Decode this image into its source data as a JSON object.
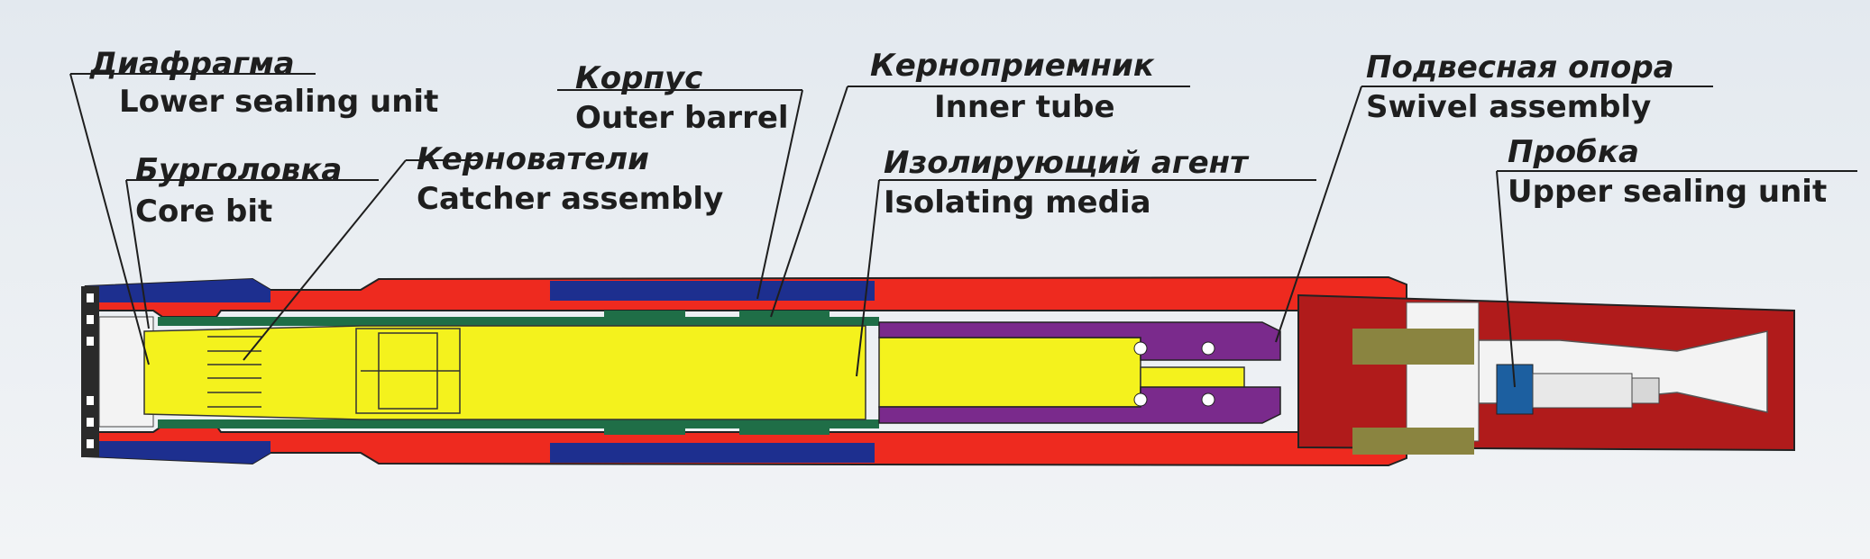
{
  "labels": {
    "diaphragm": {
      "ru": "Диафрагма",
      "en": "Lower sealing unit"
    },
    "core_bit": {
      "ru": "Бурголовка",
      "en": "Core bit"
    },
    "outer_barrel": {
      "ru": "Корпус",
      "en": "Outer barrel"
    },
    "catcher": {
      "ru": "Кернователи",
      "en": "Catcher assembly"
    },
    "inner_tube": {
      "ru": "Керноприемник",
      "en": "Inner tube"
    },
    "isolating": {
      "ru": "Изолирующий агент",
      "en": "Isolating media"
    },
    "swivel": {
      "ru": "Подвесная опора",
      "en": "Swivel assembly"
    },
    "plug": {
      "ru": "Пробка",
      "en": "Upper sealing unit"
    }
  },
  "colors": {
    "background": "#e9eef3",
    "outer_barrel_red": "#ee2a1f",
    "outer_barrel_blue": "#1d2f8f",
    "inner_tube_green": "#1f6e47",
    "isolating_media_yellow": "#f4f21d",
    "swivel_purple": "#7a2a8c",
    "dark_red": "#b01b1b",
    "plug_blue": "#1c5fa0",
    "text": "#1e1e1e"
  }
}
